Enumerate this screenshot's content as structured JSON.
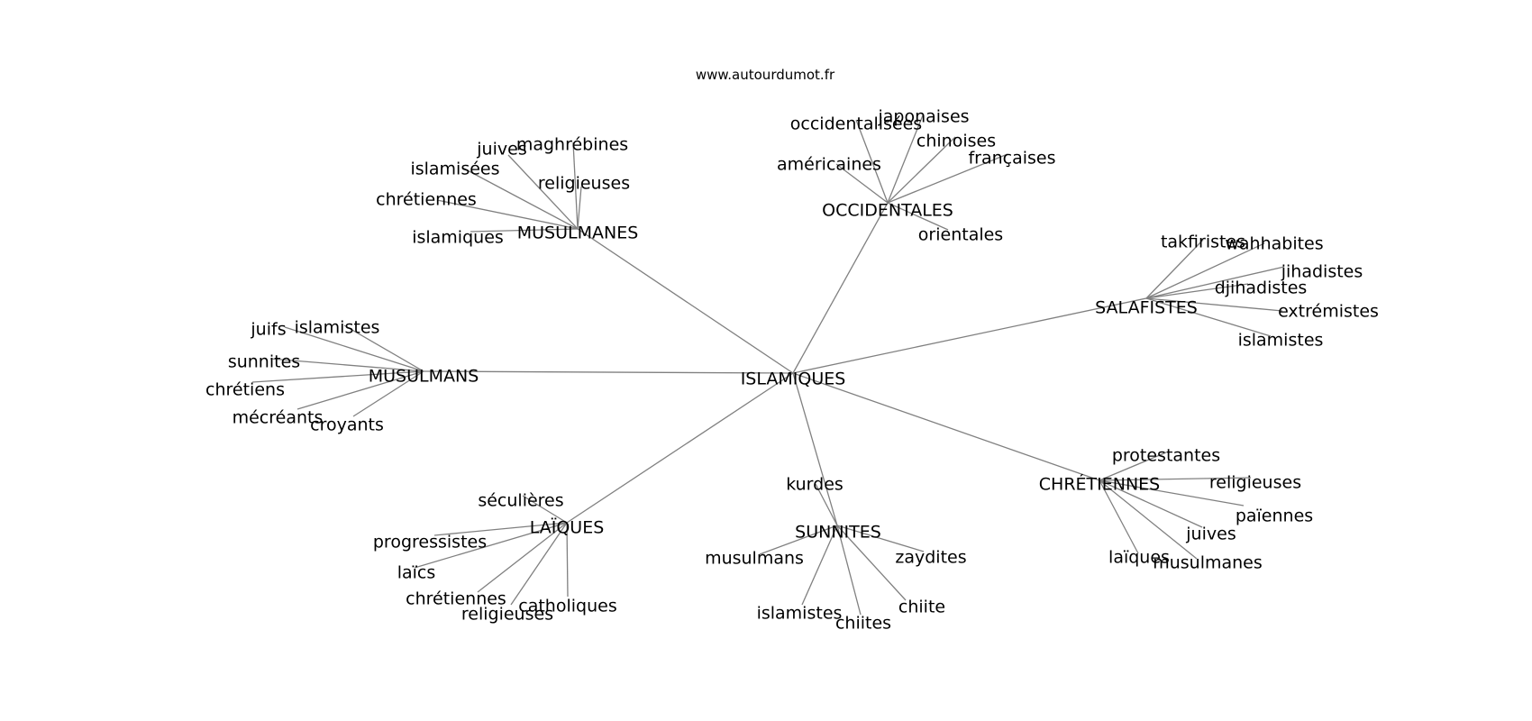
{
  "source": "www.autourdumot.fr",
  "center": {
    "id": "ISLAMIQUES",
    "label": "ISLAMIQUES"
  },
  "hubs": [
    {
      "id": "MUSULMANES",
      "label": "MUSULMANES",
      "children": [
        "maghrébines",
        "juives",
        "islamisées",
        "religieuses",
        "chrétiennes",
        "islamiques"
      ]
    },
    {
      "id": "OCCIDENTALES",
      "label": "OCCIDENTALES",
      "children": [
        "japonaises",
        "occidentalisées",
        "chinoises",
        "françaises",
        "américaines",
        "orientales"
      ]
    },
    {
      "id": "SALAFISTES",
      "label": "SALAFISTES",
      "children": [
        "takfiristes",
        "wahhabites",
        "jihadistes",
        "djihadistes",
        "extrémistes",
        "islamistes"
      ]
    },
    {
      "id": "MUSULMANS",
      "label": "MUSULMANS",
      "children": [
        "juifs",
        "islamistes",
        "sunnites",
        "chrétiens",
        "mécréants",
        "croyants"
      ]
    },
    {
      "id": "CHRÉTIENNES",
      "label": "CHRÉTIENNES",
      "children": [
        "protestantes",
        "religieuses",
        "païennes",
        "juives",
        "laïques",
        "musulmanes"
      ]
    },
    {
      "id": "LAÏQUES",
      "label": "LAÏQUES",
      "children": [
        "séculières",
        "progressistes",
        "laïcs",
        "chrétiennes",
        "catholiques",
        "religieuses"
      ]
    },
    {
      "id": "SUNNITES",
      "label": "SUNNITES",
      "children": [
        "kurdes",
        "musulmans",
        "zaydites",
        "islamistes",
        "chiite",
        "chiites"
      ]
    }
  ]
}
